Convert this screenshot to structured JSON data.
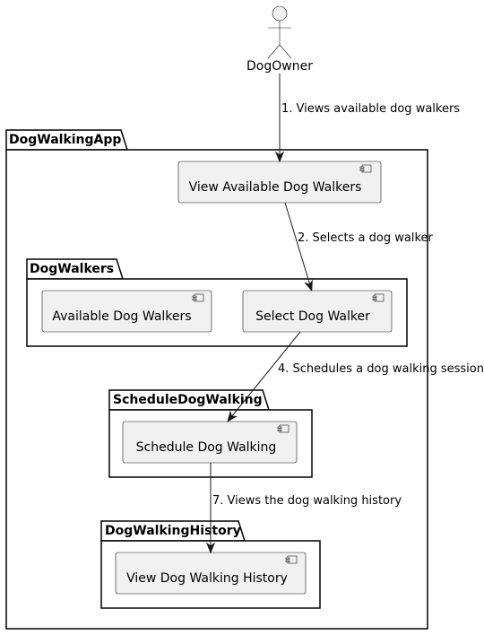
{
  "actor": {
    "label": "DogOwner"
  },
  "packages": {
    "app": "DogWalkingApp",
    "walkers": "DogWalkers",
    "schedule": "ScheduleDogWalking",
    "history": "DogWalkingHistory"
  },
  "components": {
    "view_walkers": "View Available Dog Walkers",
    "available_walkers": "Available Dog Walkers",
    "select_walker": "Select Dog Walker",
    "schedule_walking": "Schedule Dog Walking",
    "view_history": "View Dog Walking History"
  },
  "edges": {
    "e1": "1. Views available dog walkers",
    "e2": "2. Selects a dog walker",
    "e4": "4. Schedules a dog walking session",
    "e7": "7. Views the dog walking history"
  }
}
